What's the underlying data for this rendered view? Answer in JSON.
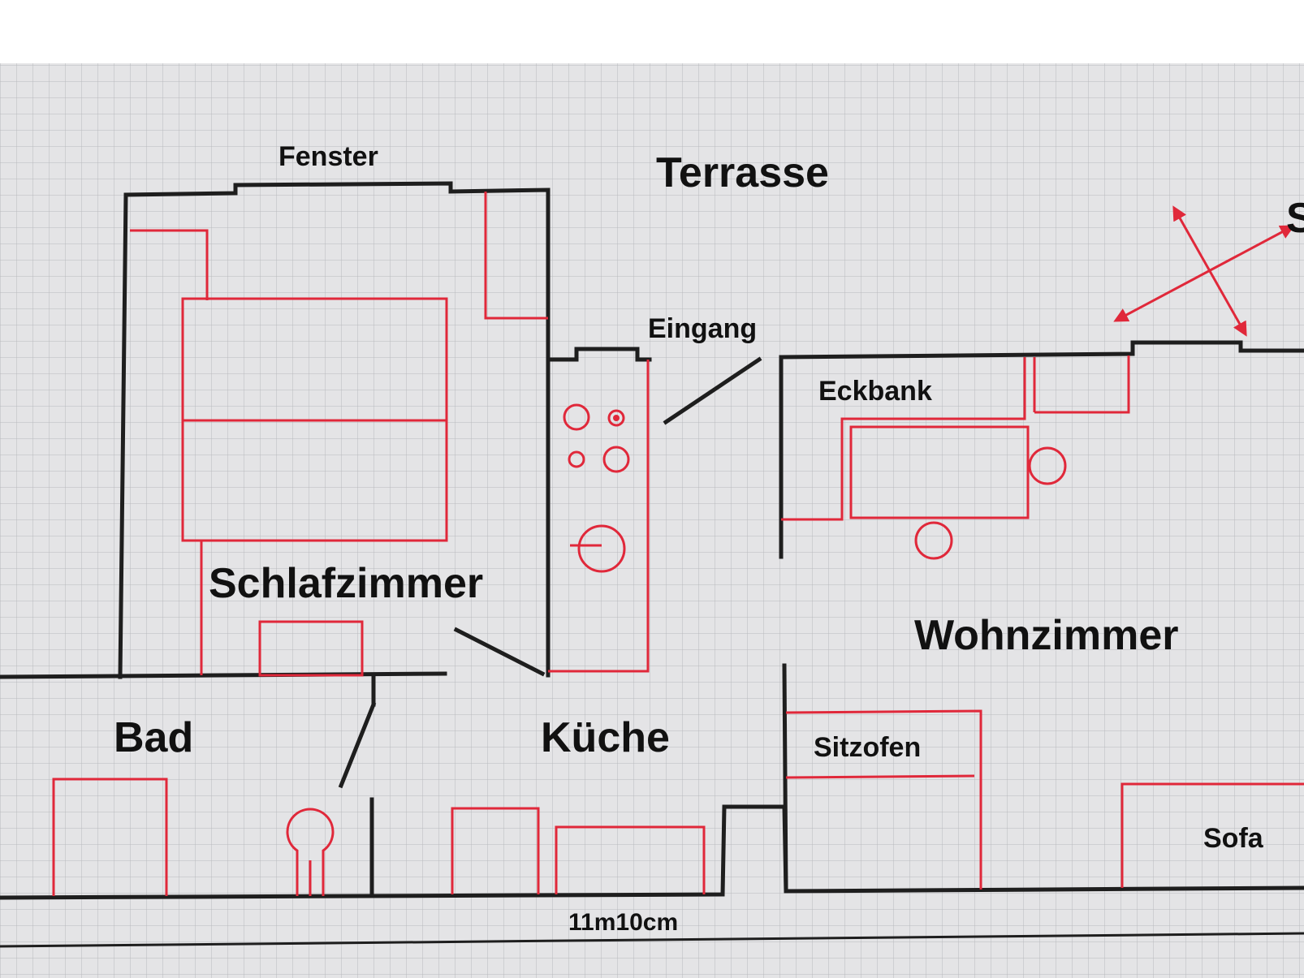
{
  "labels": {
    "terrasse": "Terrasse",
    "fenster": "Fenster",
    "eingang": "Eingang",
    "schlafzimmer": "Schlafzimmer",
    "eckbank": "Eckbank",
    "wohnzimmer": "Wohnzimmer",
    "bad": "Bad",
    "kueche": "Küche",
    "sitzofen": "Sitzofen",
    "sofa": "Sofa",
    "dimension": "11m10cm",
    "compass_letter": "S"
  },
  "colors": {
    "walls": "#1e1e1e",
    "furniture": "#e0283a",
    "grid_paper": "#e4e4e6",
    "grid_line": "#b9babd"
  }
}
